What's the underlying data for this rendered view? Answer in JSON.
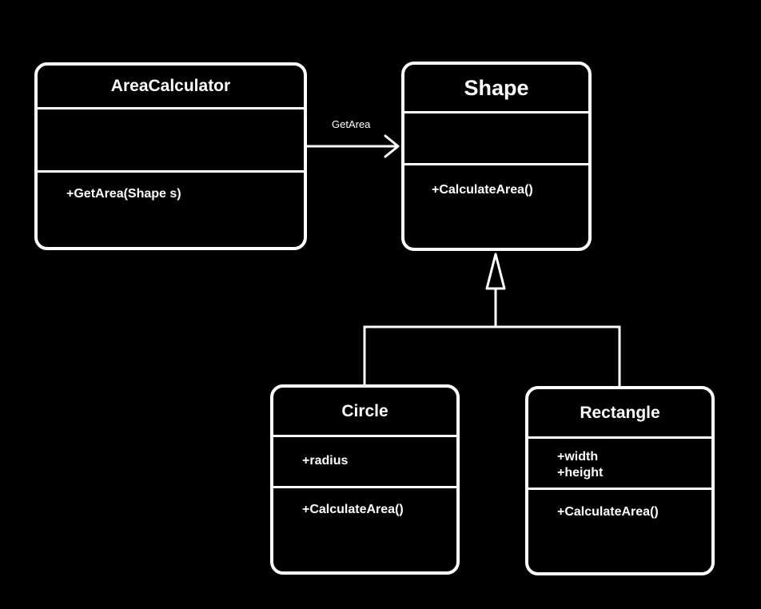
{
  "classes": {
    "area_calculator": {
      "name": "AreaCalculator",
      "attributes": [],
      "methods": [
        "+GetArea(Shape s)"
      ]
    },
    "shape": {
      "name": "Shape",
      "attributes": [],
      "methods": [
        "+CalculateArea()"
      ]
    },
    "circle": {
      "name": "Circle",
      "attributes": [
        "+radius"
      ],
      "methods": [
        "+CalculateArea()"
      ]
    },
    "rectangle": {
      "name": "Rectangle",
      "attributes": [
        "+width",
        "+height"
      ],
      "methods": [
        "+CalculateArea()"
      ]
    }
  },
  "relations": {
    "association": {
      "from": "AreaCalculator",
      "to": "Shape",
      "label": "GetArea"
    },
    "generalization": {
      "parent": "Shape",
      "children": [
        "Circle",
        "Rectangle"
      ]
    }
  },
  "colors": {
    "background": "#000000",
    "foreground": "#ffffff"
  }
}
